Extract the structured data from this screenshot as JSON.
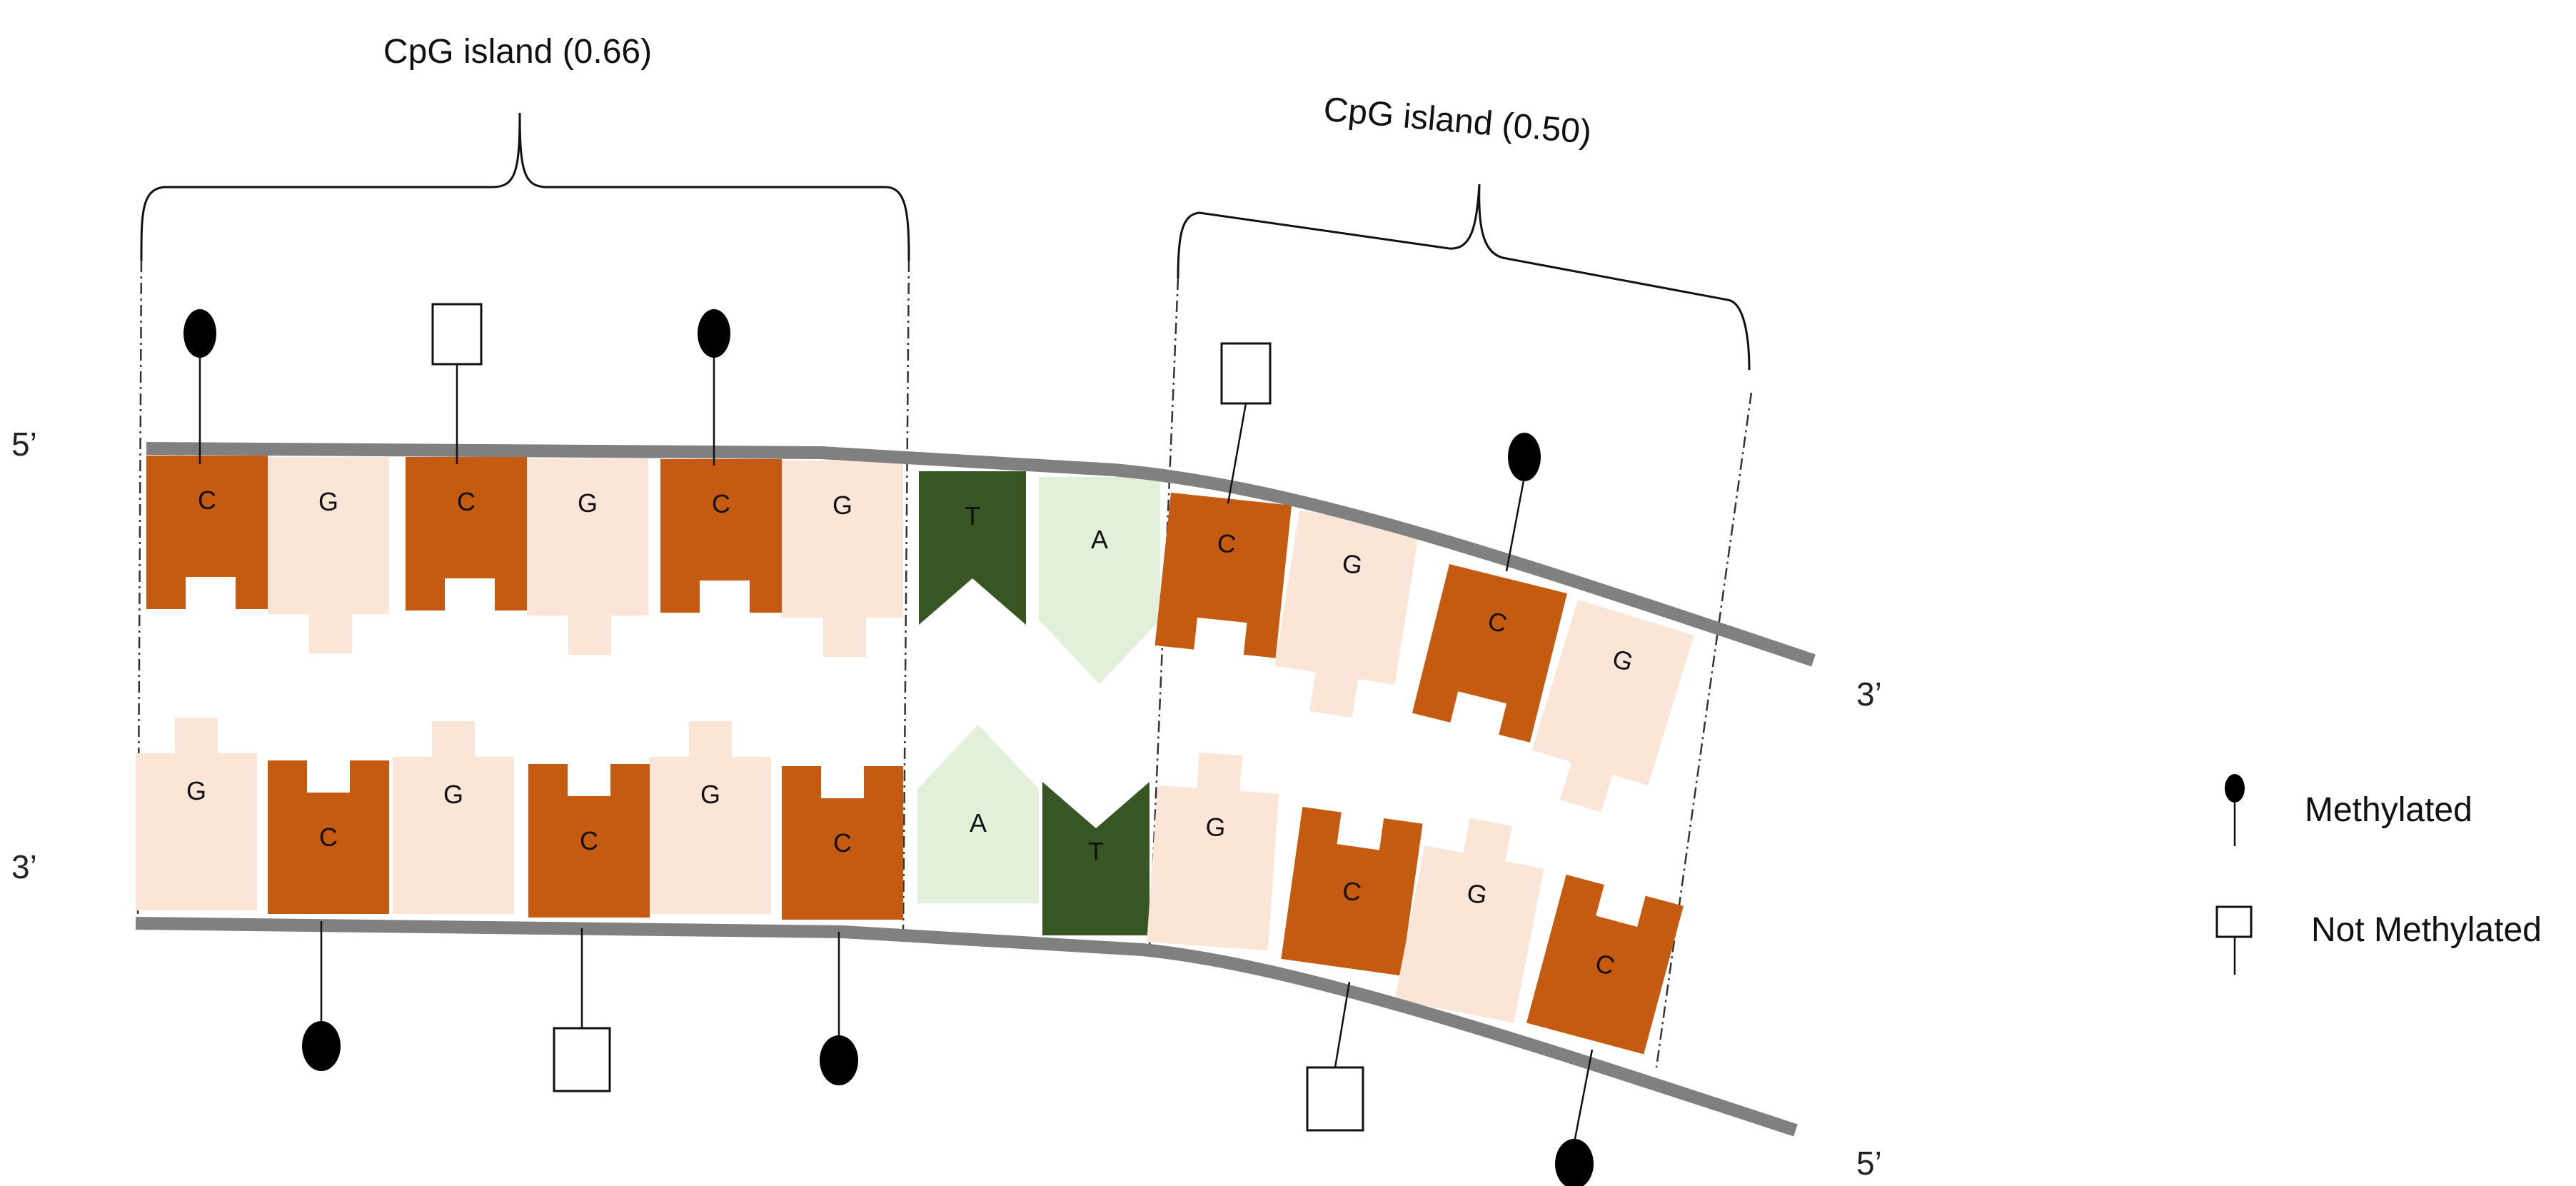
{
  "islands": [
    {
      "label": "CpG island (0.66)"
    },
    {
      "label": "CpG island (0.50)"
    }
  ],
  "strand_ends": {
    "top_left": "5’",
    "top_right": "3’",
    "bottom_left": "3’",
    "bottom_right": "5’"
  },
  "top_strand": [
    "C",
    "G",
    "C",
    "G",
    "C",
    "G",
    "T",
    "A",
    "C",
    "G",
    "C",
    "G"
  ],
  "bottom_strand": [
    "G",
    "C",
    "G",
    "C",
    "G",
    "C",
    "A",
    "T",
    "G",
    "C",
    "G",
    "C"
  ],
  "methylation_top": [
    "methylated",
    "not_methylated",
    "methylated",
    "not_methylated",
    "methylated"
  ],
  "methylation_bottom": [
    "methylated",
    "not_methylated",
    "methylated",
    "not_methylated",
    "methylated"
  ],
  "legend": {
    "methylated_label": "Methylated",
    "not_methylated_label": "Not Methylated"
  },
  "colors": {
    "C": "#c55a11",
    "G": "#fbe5d6",
    "T": "#375623",
    "A": "#e2f0d9",
    "backbone": "#808080"
  }
}
